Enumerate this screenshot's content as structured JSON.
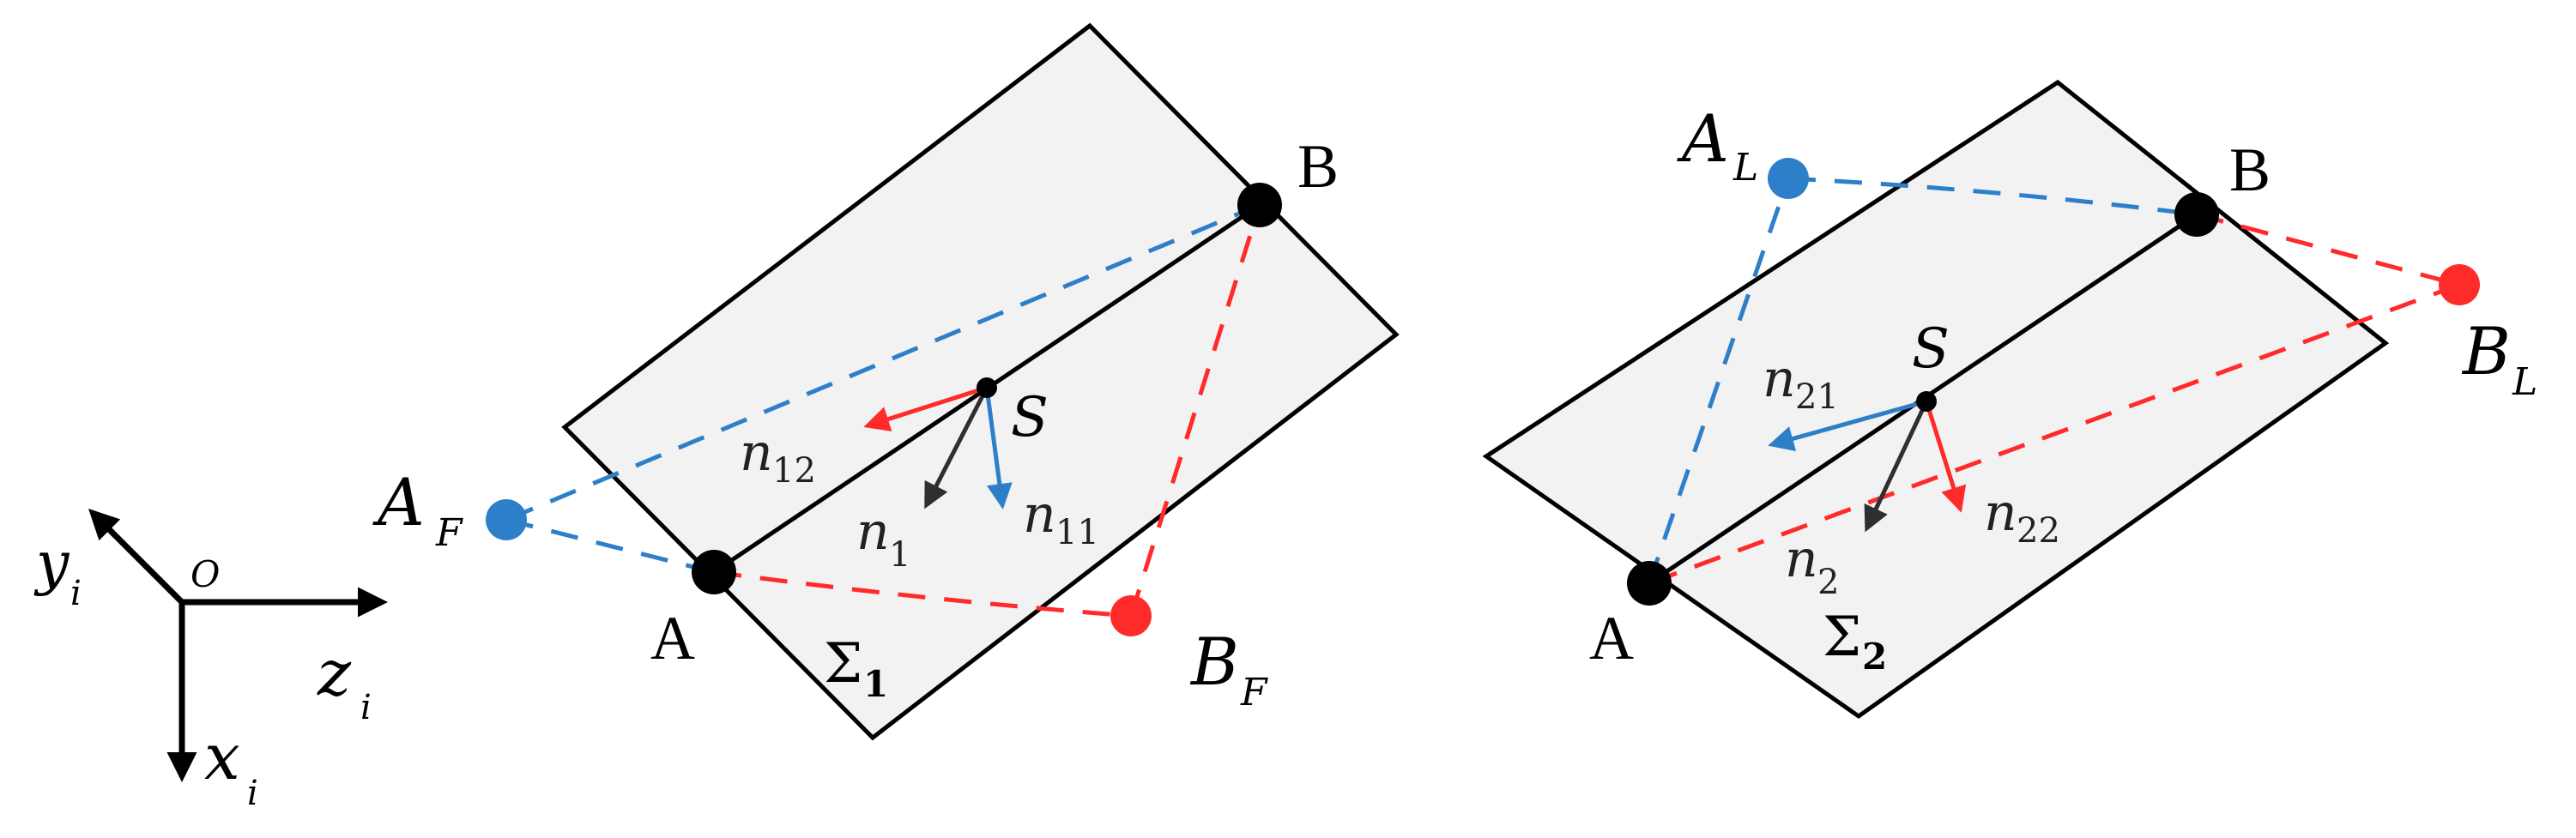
{
  "colors": {
    "plane_fill": "#f2f2f2",
    "outline": "#000000",
    "blue": "#2e7fc9",
    "red": "#ff2a2a",
    "dark_arrow": "#2f2f2f"
  },
  "axes": {
    "origin_label": "O",
    "y_label": "y",
    "y_sub": "i",
    "z_label": "z",
    "z_sub": "i",
    "x_label": "x",
    "x_sub": "i"
  },
  "left_diagram": {
    "point_A": "A",
    "point_B": "B",
    "point_S": "S",
    "point_AF": "A",
    "point_AF_sub": "F",
    "point_BF": "B",
    "point_BF_sub": "F",
    "normal_n12": "n",
    "normal_n12_sub": "12",
    "normal_n1": "n",
    "normal_n1_sub": "1",
    "normal_n11": "n",
    "normal_n11_sub": "11",
    "plane_label": "Σ",
    "plane_sub": "1"
  },
  "right_diagram": {
    "point_A": "A",
    "point_B": "B",
    "point_S": "S",
    "point_AL": "A",
    "point_AL_sub": "L",
    "point_BL": "B",
    "point_BL_sub": "L",
    "normal_n21": "n",
    "normal_n21_sub": "21",
    "normal_n2": "n",
    "normal_n2_sub": "2",
    "normal_n22": "n",
    "normal_n22_sub": "22",
    "plane_label": "Σ",
    "plane_sub": "2"
  }
}
